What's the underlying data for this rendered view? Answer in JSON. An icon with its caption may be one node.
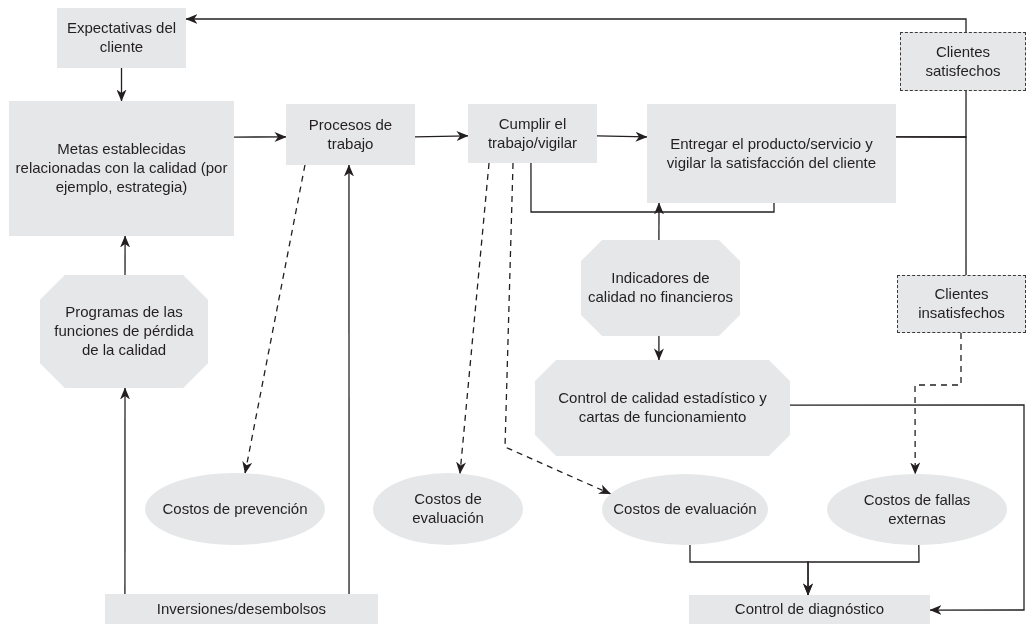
{
  "diagram": {
    "nodes": [
      {
        "text": [
          "Expectativas del cliente"
        ]
      },
      {
        "text": [
          "Metas establecidas relacionadas con la calidad (por ejemplo, estrategia)"
        ]
      },
      {
        "text": [
          "Procesos de trabajo"
        ]
      },
      {
        "text": [
          "Cumplir el trabajo/vigilar"
        ]
      },
      {
        "text": [
          "Entregar el producto/servicio y vigilar la satisfacción del cliente"
        ]
      },
      {
        "text": [
          "Clientes satisfechos"
        ]
      },
      {
        "text": [
          "Programas de las funciones de pérdida de la calidad"
        ]
      },
      {
        "text": [
          "Indicadores de calidad no financieros"
        ]
      },
      {
        "text": [
          "Clientes insatisfechos"
        ]
      },
      {
        "text": [
          "Control de calidad estadístico y cartas de funcionamiento"
        ]
      },
      {
        "text": [
          "Costos de prevención"
        ]
      },
      {
        "text": [
          "Costos de evaluación"
        ]
      },
      {
        "text": [
          "Costos de evaluación"
        ]
      },
      {
        "text": [
          "Costos de fallas externas"
        ]
      },
      {
        "text": [
          "Inversiones/desembolsos"
        ]
      },
      {
        "text": [
          "Control de diagnóstico"
        ]
      }
    ],
    "edges": [
      {
        "from": 0,
        "to": 1,
        "arrow": "to"
      },
      {
        "from": 1,
        "to": 2,
        "arrow": "to"
      },
      {
        "from": 2,
        "to": 3,
        "arrow": "to"
      },
      {
        "from": 3,
        "to": 4,
        "arrow": "to"
      },
      {
        "from": 4,
        "to": 5,
        "arrow": "none"
      },
      {
        "from": 5,
        "to": 0,
        "arrow": "to"
      },
      {
        "from": 4,
        "to": 8,
        "arrow": "none"
      },
      {
        "from": 6,
        "to": 1,
        "arrow": "to"
      },
      {
        "from": 14,
        "to": 6,
        "arrow": "to"
      },
      {
        "from": 14,
        "to": 2,
        "arrow": "to"
      },
      {
        "from": 2,
        "to": 10,
        "arrow": "to",
        "style": "dashed"
      },
      {
        "from": 3,
        "to": 11,
        "arrow": "to",
        "style": "dashed"
      },
      {
        "from": 3,
        "to": 12,
        "arrow": "to",
        "style": "dashed"
      },
      {
        "from": 3,
        "to": 4,
        "arrow": "none"
      },
      {
        "from": 7,
        "to": 4,
        "arrow": "to"
      },
      {
        "from": 7,
        "to": 9,
        "arrow": "to"
      },
      {
        "from": 9,
        "to": 15,
        "arrow": "to"
      },
      {
        "from": 8,
        "to": 13,
        "arrow": "to",
        "style": "dashed"
      },
      {
        "from": 12,
        "to": 15,
        "arrow": "to"
      },
      {
        "from": 13,
        "to": 15,
        "arrow": "to"
      }
    ]
  }
}
